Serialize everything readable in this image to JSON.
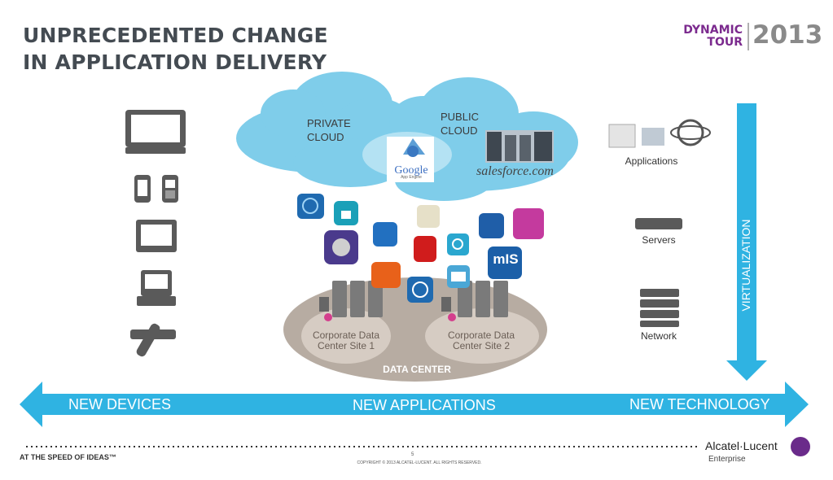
{
  "title": {
    "line1": "UNPRECEDENTED CHANGE",
    "line2": "IN APPLICATION DELIVERY"
  },
  "brand": {
    "dynamic": "DYNAMIC",
    "tour": "TOUR",
    "year": "2013"
  },
  "clouds": {
    "private": [
      "PRIVATE",
      "CLOUD"
    ],
    "public": [
      "PUBLIC",
      "CLOUD"
    ]
  },
  "cloud_logos": {
    "google": "Google",
    "google_sub": "App Engine",
    "salesforce": "salesforce.com"
  },
  "datacenter": {
    "site1": [
      "Corporate Data",
      "Center Site 1"
    ],
    "site2": [
      "Corporate Data",
      "Center Site 2"
    ],
    "label": "DATA CENTER"
  },
  "technology": {
    "applications": "Applications",
    "servers": "Servers",
    "network": "Network"
  },
  "virtualization": "VIRTUALIZATION",
  "arrow": {
    "left": "NEW DEVICES",
    "center": "NEW APPLICATIONS",
    "right": "NEW TECHNOLOGY"
  },
  "footer": {
    "tagline": "AT THE SPEED OF IDEAS™",
    "page": "5",
    "copyright": "COPYRIGHT © 2013 ALCATEL-LUCENT.   ALL RIGHTS RESERVED.",
    "company": "Alcatel·Lucent",
    "company_sub": "Enterprise"
  },
  "colors": {
    "accent_blue": "#2fb3e2",
    "cloud": "#7fcdea",
    "title": "#444b52",
    "brand_purple": "#7b2a8e",
    "datacenter": "#b7aca2"
  },
  "icons": {
    "devices": [
      "laptop-icon",
      "smartphone-icon",
      "feature-phone-icon",
      "tablet-icon",
      "desktop-phone-icon",
      "tv-remote-icon"
    ],
    "apps": [
      "settings-app-icon",
      "lock-app-icon",
      "gear-app-icon",
      "cart-app-icon",
      "map-app-icon",
      "music-app-icon",
      "search-app-icon",
      "stack-app-icon",
      "origami-app-icon",
      "rss-app-icon",
      "browser-app-icon",
      "mail-app-icon",
      "mis-app-icon"
    ]
  }
}
